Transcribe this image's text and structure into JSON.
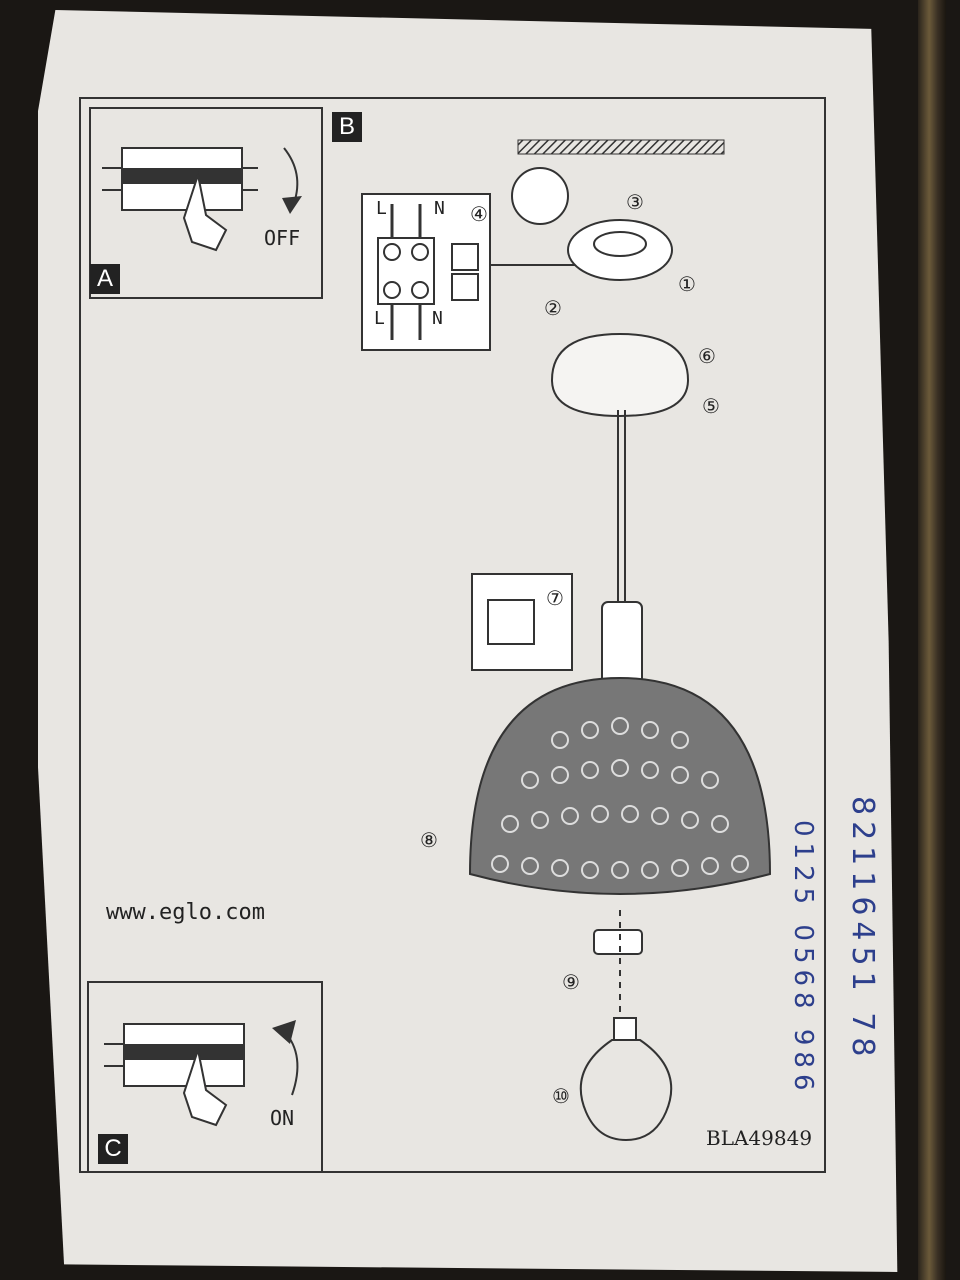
{
  "panels": {
    "a": {
      "corner": "A",
      "switch_label": "OFF"
    },
    "b": {
      "corner": "B"
    },
    "c": {
      "corner": "C",
      "switch_label": "ON"
    }
  },
  "website": "www.eglo.com",
  "model_code": "BLA49849",
  "wiring_labels": {
    "l_top": "L",
    "n_top": "N",
    "l_bot": "L",
    "n_bot": "N"
  },
  "steps": [
    "①",
    "②",
    "③",
    "④",
    "⑤",
    "⑥",
    "⑦",
    "⑧",
    "⑨",
    "⑩"
  ],
  "handwritten": {
    "line1": "82116451 78",
    "line2": "0125 0568 986"
  },
  "colors": {
    "paper": "#e8e6e2",
    "ink": "#222222",
    "pen": "#2d3f8c"
  }
}
